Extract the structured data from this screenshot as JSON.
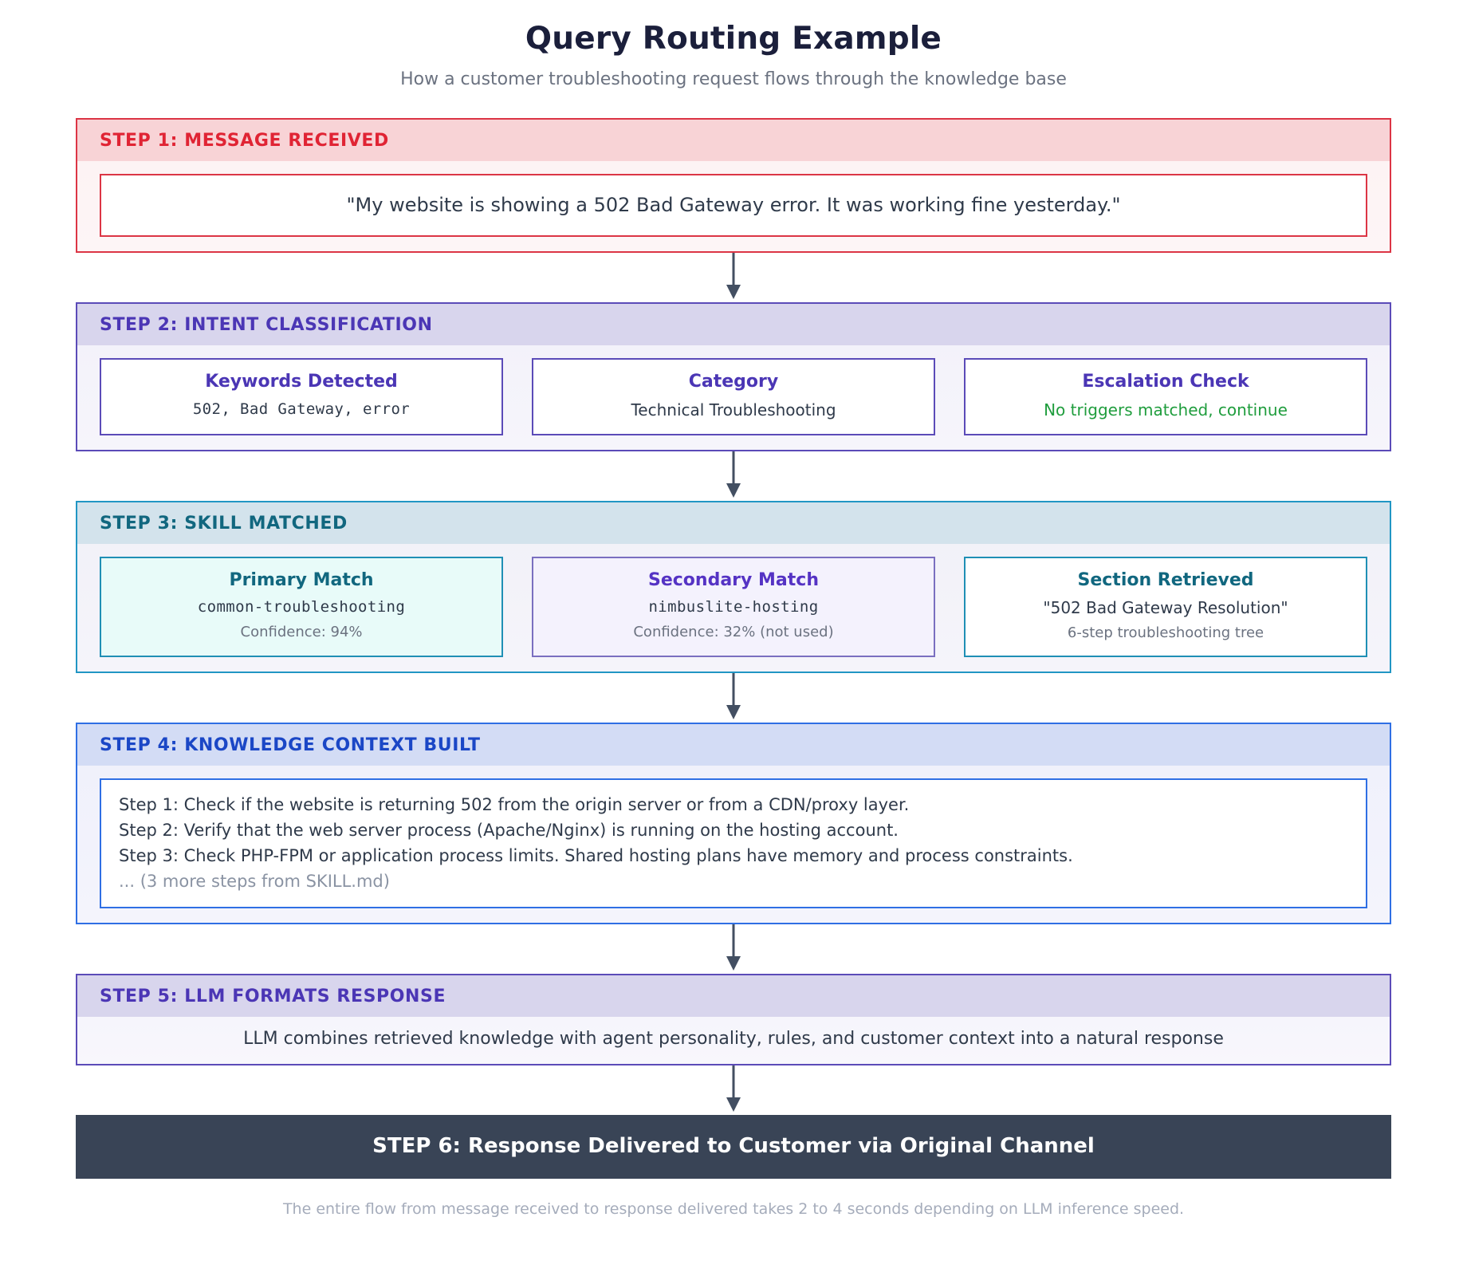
{
  "header": {
    "title": "Query Routing Example",
    "subtitle": "How a customer troubleshooting request flows through the knowledge base"
  },
  "colors": {
    "step1_accent": "#dc3545",
    "step1_header_bg": "#f8d3d6",
    "step2_accent": "#5b4bb8",
    "step2_header_bg": "#d8d5ed",
    "step3_accent": "#2196c4",
    "step3_header_bg": "#d3e3ec",
    "step4_accent": "#2f6fe4",
    "step4_header_bg": "#d3dcf5",
    "step5_accent": "#5b4bb8",
    "step6_bg": "#394456",
    "success_green": "#1f9d3d",
    "arrow": "#434f62"
  },
  "step1": {
    "header": "STEP 1: MESSAGE RECEIVED",
    "message": "\"My website is showing a 502 Bad Gateway error. It was working fine yesterday.\""
  },
  "step2": {
    "header": "STEP 2: INTENT CLASSIFICATION",
    "cards": [
      {
        "title": "Keywords Detected",
        "value": "502, Bad Gateway, error"
      },
      {
        "title": "Category",
        "value": "Technical Troubleshooting"
      },
      {
        "title": "Escalation Check",
        "value": "No triggers matched, continue"
      }
    ]
  },
  "step3": {
    "header": "STEP 3: SKILL MATCHED",
    "cards": [
      {
        "title": "Primary Match",
        "value": "common-troubleshooting",
        "sub": "Confidence: 94%"
      },
      {
        "title": "Secondary Match",
        "value": "nimbuslite-hosting",
        "sub": "Confidence: 32% (not used)"
      },
      {
        "title": "Section Retrieved",
        "value": "\"502 Bad Gateway Resolution\"",
        "sub": "6-step troubleshooting tree"
      }
    ]
  },
  "step4": {
    "header": "STEP 4: KNOWLEDGE CONTEXT BUILT",
    "lines": [
      "Step 1: Check if the website is returning 502 from the origin server or from a CDN/proxy layer.",
      "Step 2: Verify that the web server process (Apache/Nginx) is running on the hosting account.",
      "Step 3: Check PHP-FPM or application process limits. Shared hosting plans have memory and process constraints."
    ],
    "more": "... (3 more steps from SKILL.md)"
  },
  "step5": {
    "header": "STEP 5: LLM FORMATS RESPONSE",
    "text": "LLM combines retrieved knowledge with agent personality, rules, and customer context into a natural response"
  },
  "step6": {
    "label": "STEP 6: Response Delivered to Customer via Original Channel"
  },
  "footer": {
    "note": "The entire flow from message received to response delivered takes 2 to 4 seconds depending on LLM inference speed."
  }
}
